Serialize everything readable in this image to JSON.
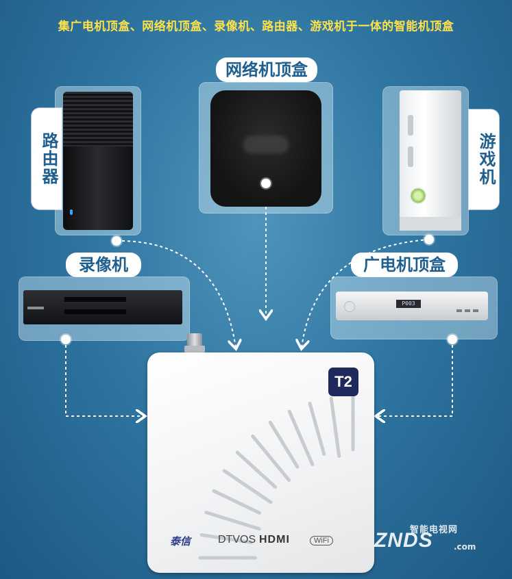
{
  "headline": "集广电机顶盒、网络机顶盒、录像机、路由器、游戏机于一体的智能机顶盒",
  "labels": {
    "router": "路由器",
    "network_box": "网络机顶盒",
    "game_console": "游戏机",
    "vcr": "录像机",
    "broadcast_box": "广电机顶盒"
  },
  "device": {
    "badge": "T2",
    "brand_logo": "泰信",
    "os": "DTVOS",
    "hdmi": "HDMI",
    "wifi": "WiFi"
  },
  "stb_display": "P003",
  "watermark": {
    "sub": "智能电视网",
    "main": "ZNDS",
    "domain": ".com"
  },
  "colors": {
    "background": "#2f76a2",
    "headline": "#ffe14a",
    "label_text": "#1e5f8e",
    "badge": "#1f2a5c"
  }
}
